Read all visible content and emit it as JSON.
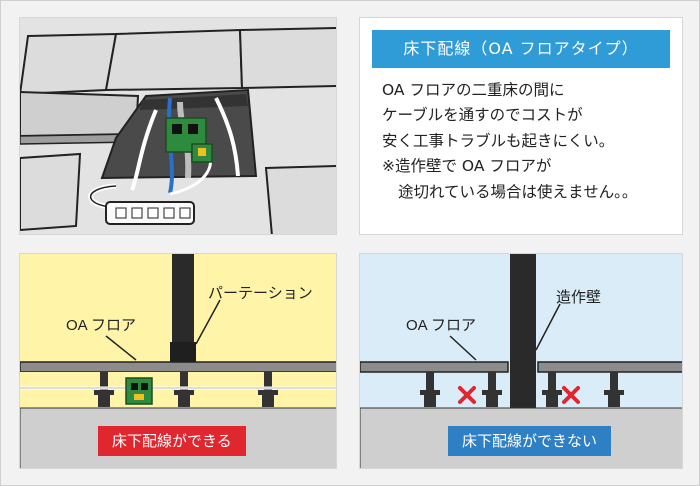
{
  "header": {
    "title": "床下配線（OA フロアタイプ）",
    "title_bg": "#2f9bd7"
  },
  "description": {
    "lines": [
      "OA フロアの二重床の間に",
      "ケーブルを通すのでコストが",
      "安く工事トラブルも起きにくい。",
      "※造作壁で OA フロアが",
      "途切れている場合は使えません。。"
    ]
  },
  "diagram_ok": {
    "floor_label": "OA フロア",
    "partition_label": "パーテーション",
    "result_label": "床下配線ができる",
    "background": "#fff4a8",
    "result_color": "#e0262e"
  },
  "diagram_ng": {
    "floor_label": "OA フロア",
    "wall_label": "造作壁",
    "result_label": "床下配線ができない",
    "background": "#d9ecf8",
    "result_color": "#2f7fc4",
    "blocked_mark_color": "#e0262e"
  },
  "icons": [
    "power-strip-icon",
    "outlet-box-icon",
    "blocked-x-icon"
  ]
}
